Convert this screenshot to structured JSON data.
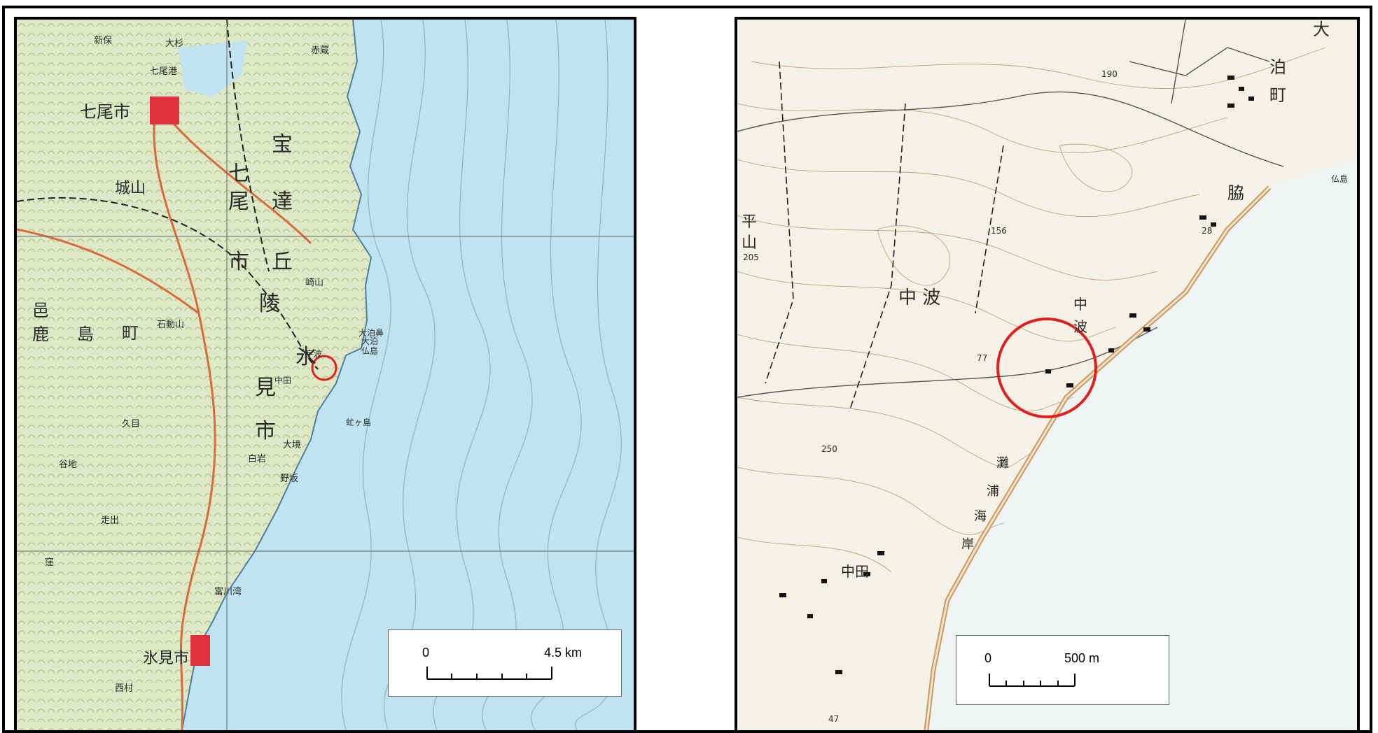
{
  "title": "",
  "left_map": {
    "place_names": {
      "nanao_port": "七尾港",
      "nanao_city": "七尾市",
      "johzan": "城山",
      "hodatsu_1": "七",
      "hodatsu_2": "宝",
      "hodatsu_3": "尾",
      "hodatsu_4": "達",
      "hodatsu_5": "市",
      "hodatsu_6": "丘",
      "hodatsu_7": "陵",
      "himi_1": "氷",
      "himi_2": "見",
      "himi_3": "市",
      "ojima": "大泊鼻",
      "ohtomari": "大泊",
      "butsu_shima": "仏島",
      "toraga_shima": "虻ヶ島",
      "himi_city": "氷見市",
      "kashima_noto": "邑",
      "kashima_noto2": "鹿",
      "kashima_noto3": "島",
      "kashima_noto4": "町",
      "ishidoyama": "石動山",
      "nakada": "中田",
      "usumi": "宇波",
      "kuze": "久目",
      "yachi": "谷地",
      "sekido": "白岩",
      "hashiri": "走出",
      "kubobuta": "窪",
      "nishimura": "西村",
      "shinpo": "新保",
      "akagura": "赤蔵",
      "osugi": "大杉",
      "sakigahara": "崎山",
      "tomioka": "富川湾",
      "oiwa": "大境",
      "nosaka": "野坂"
    },
    "scale": {
      "zero_label": "0",
      "max_label": "4.5 km",
      "divisions": 5
    }
  },
  "right_map": {
    "place_names": {
      "ohtomari_char1": "大",
      "ohtomari_char2": "泊",
      "ohtomari_char3": "町",
      "waki": "脇",
      "taira_1": "平",
      "taira_2": "山",
      "nakanami": "中 波",
      "nakanami_v1": "中",
      "nakanami_v2": "波",
      "nakada": "中田",
      "shiura_1": "灘",
      "shiura_2": "浦",
      "shiura_3": "海",
      "shiura_4": "岸",
      "butsu": "仏島"
    },
    "spot_heights": {
      "h190": "190",
      "h156": "156",
      "h28": "28",
      "h205": "205",
      "h77": "77",
      "h250": "250",
      "h47": "47"
    },
    "scale": {
      "zero_label": "0",
      "max_label": "500 m",
      "divisions": 5
    }
  },
  "colors": {
    "sea": "#bfe3f0",
    "land": "#e8edd6",
    "forest": "#c9d9a8",
    "urban": "#e0303c",
    "highlight_circle": "#e02020",
    "contour": "#b7a57c",
    "bathymetry": "#8fb4c6"
  }
}
